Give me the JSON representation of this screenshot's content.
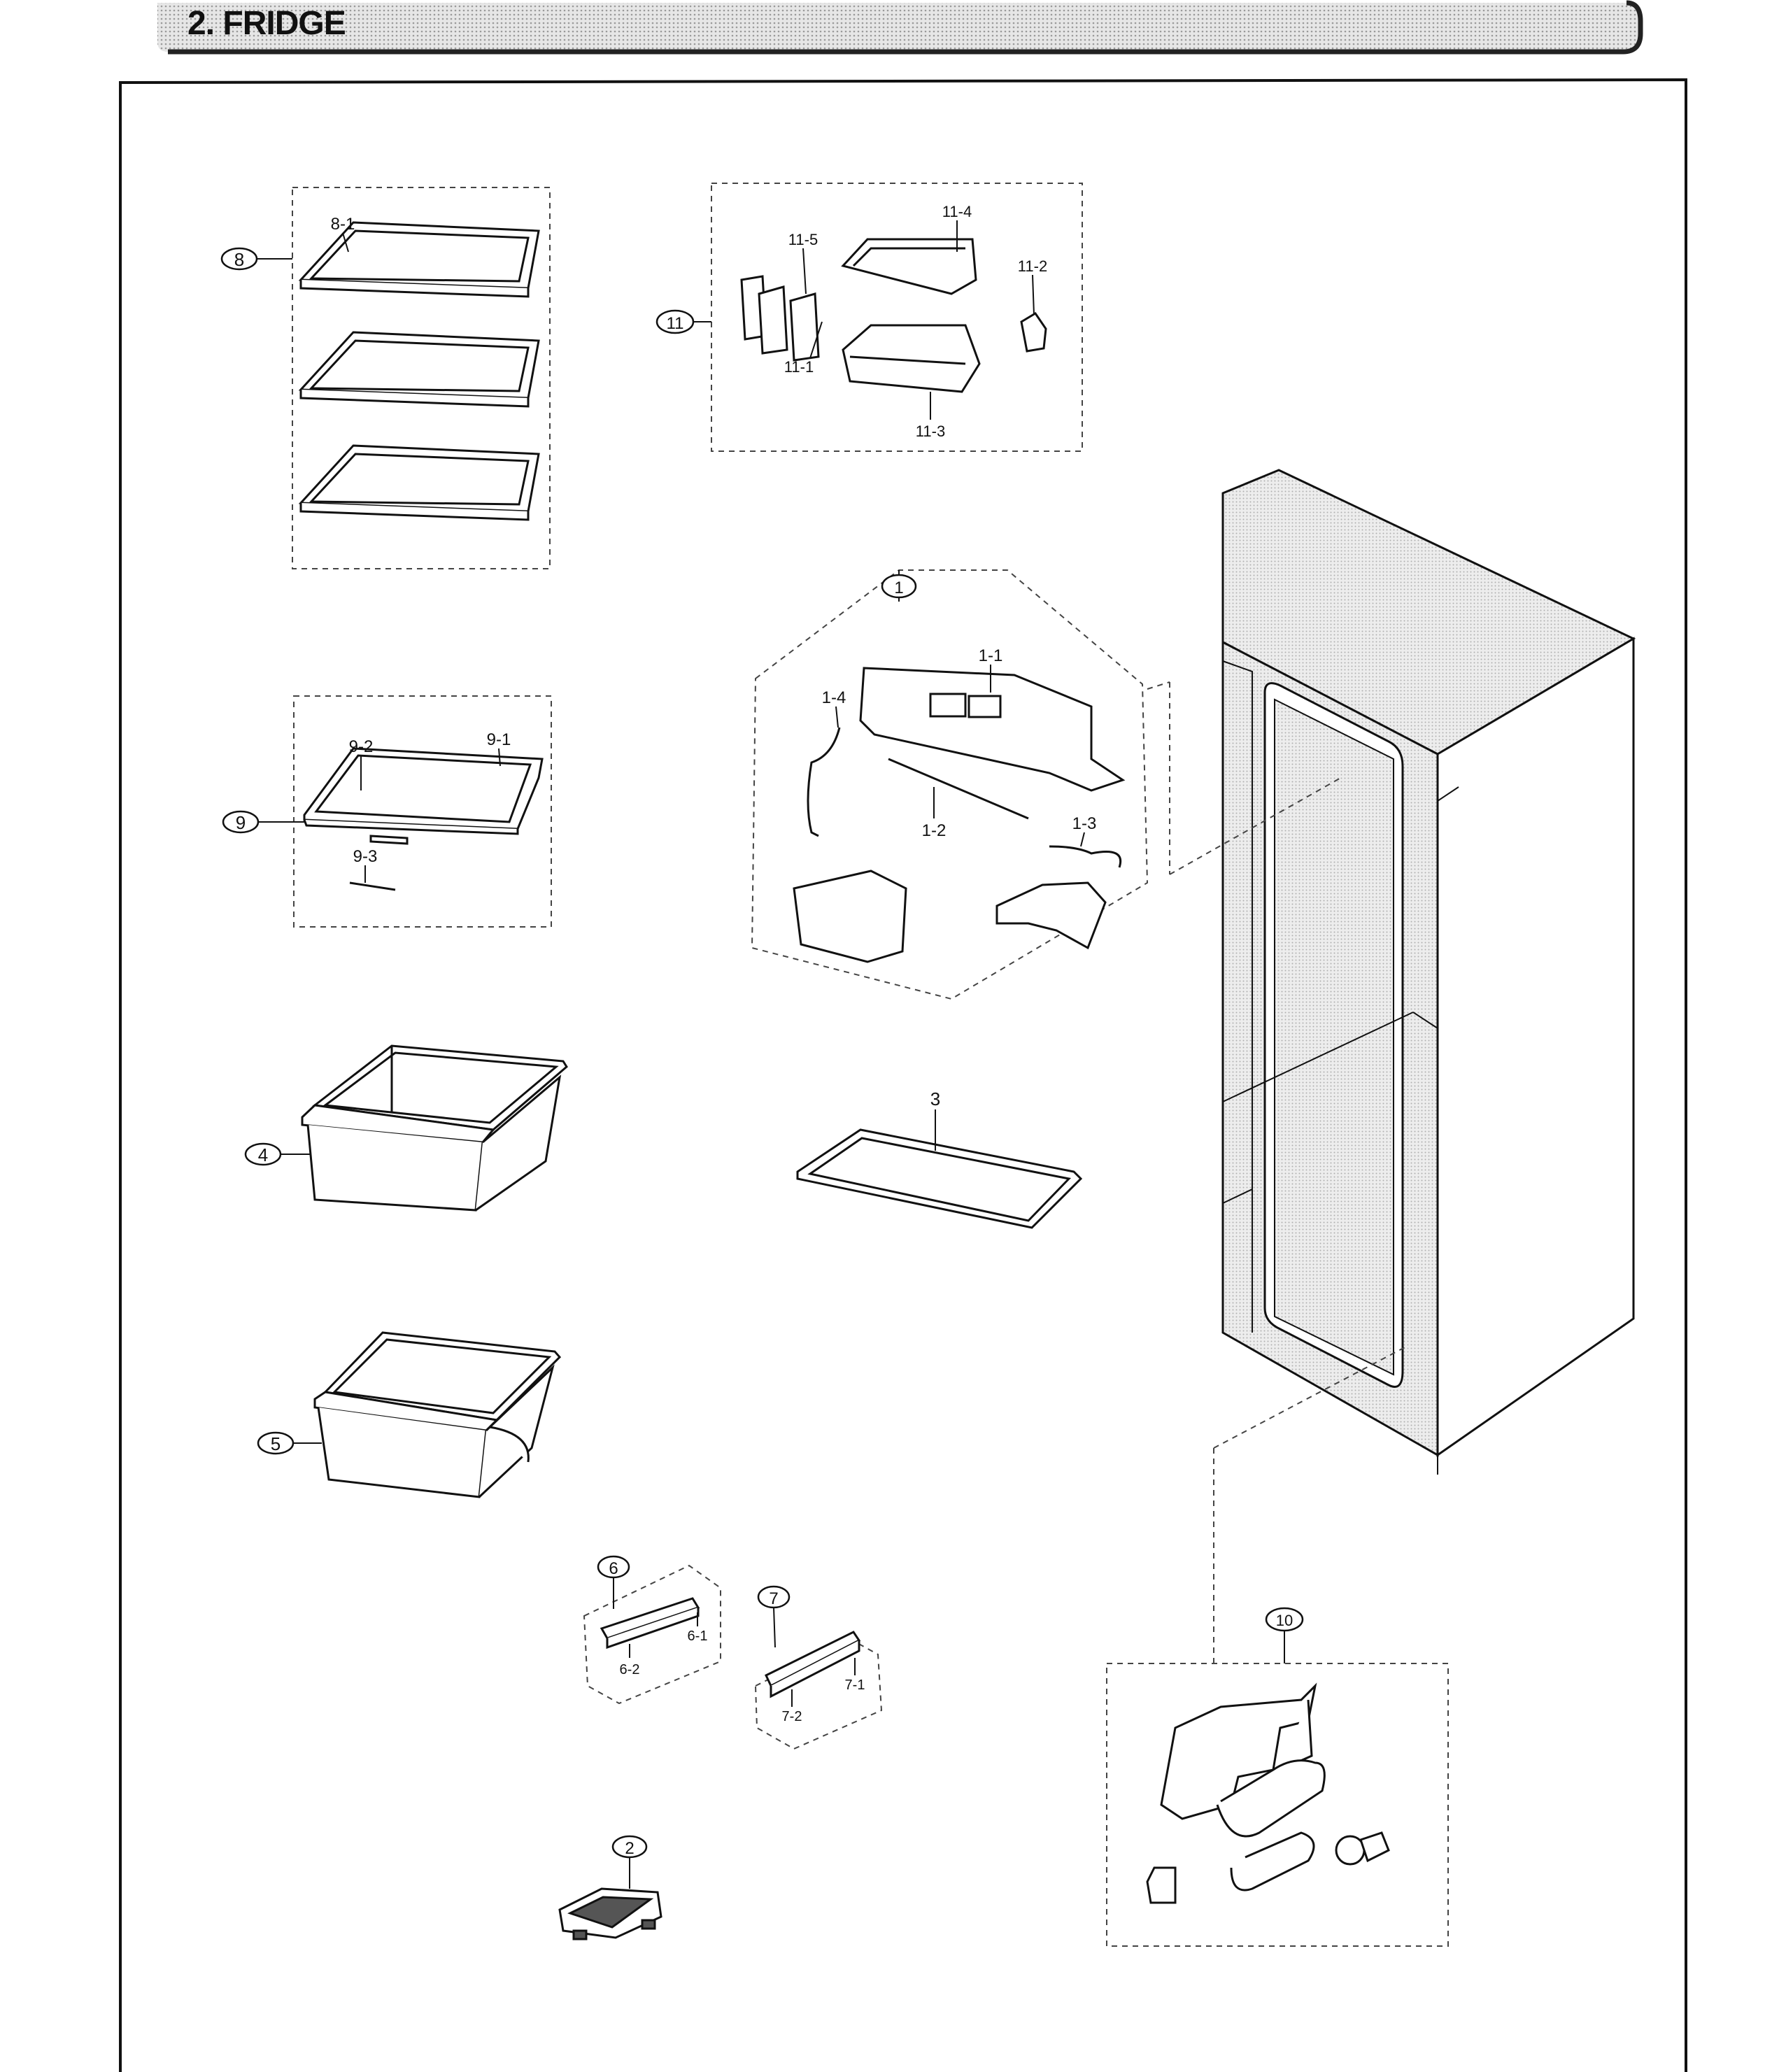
{
  "header": {
    "title": "2. FRIDGE"
  },
  "callouts": {
    "c1": "1",
    "c2": "2",
    "c4": "4",
    "c5": "5",
    "c6": "6",
    "c7": "7",
    "c8": "8",
    "c9": "9",
    "c10": "10",
    "c11": "11"
  },
  "part_labels": {
    "p1_1": "1-1",
    "p1_2": "1-2",
    "p1_3": "1-3",
    "p1_4": "1-4",
    "p3": "3",
    "p6_1": "6-1",
    "p6_2": "6-2",
    "p7_1": "7-1",
    "p7_2": "7-2",
    "p8_1": "8-1",
    "p9_1": "9-1",
    "p9_2": "9-2",
    "p9_3": "9-3",
    "p11_1": "11-1",
    "p11_2": "11-2",
    "p11_3": "11-3",
    "p11_4": "11-4",
    "p11_5": "11-5"
  },
  "icons": [
    "fridge-cabinet-icon",
    "shelf-icon",
    "drawer-icon",
    "light-cover-icon",
    "filter-assembly-icon",
    "ice-tray-icon"
  ]
}
